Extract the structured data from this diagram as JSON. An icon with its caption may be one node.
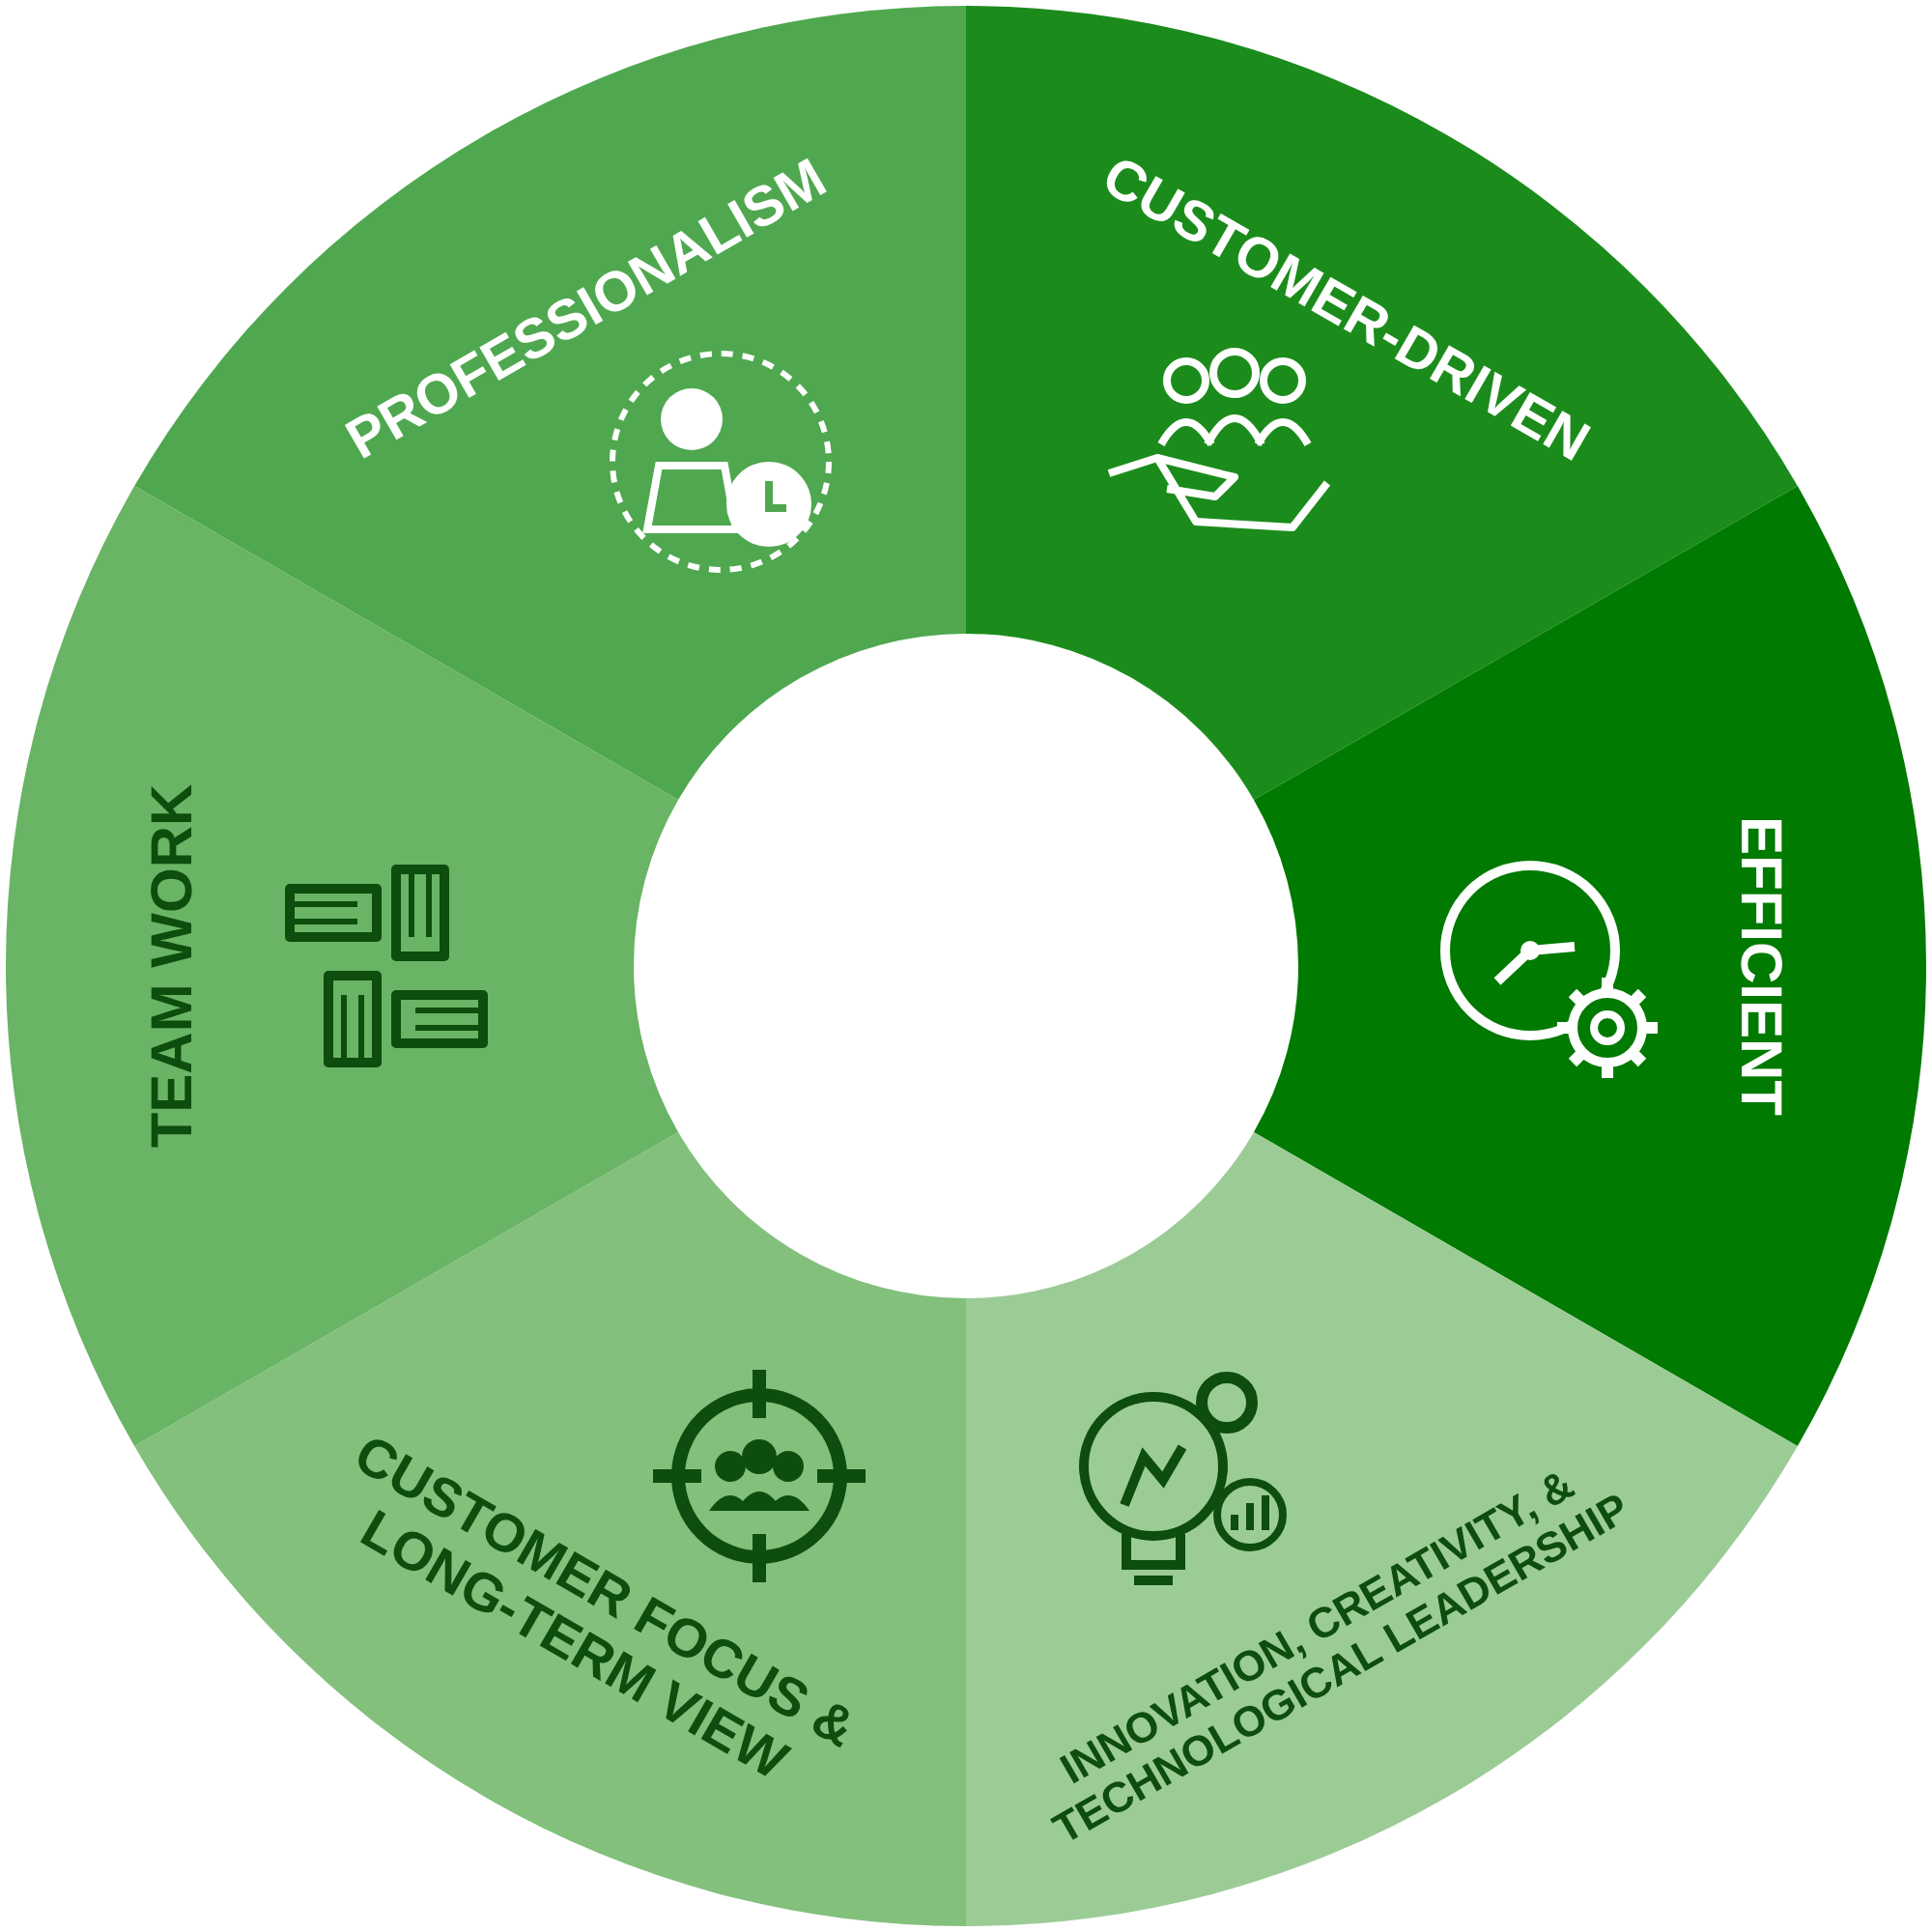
{
  "diagram": {
    "nodes": [
      {
        "text": [
          "PROFESSIONALISM"
        ]
      },
      {
        "text": [
          "CUSTOMER-DRIVEN"
        ]
      },
      {
        "text": [
          "EFFICIENT"
        ]
      },
      {
        "text": [
          "INNOVATION, CREATIVITY, & TECHNOLOGICAL LEADERSHIP"
        ]
      },
      {
        "text": [
          "CUSTOMER FOCUS & LONG-TERM VIEW"
        ]
      },
      {
        "text": [
          "TEAM WORK"
        ]
      }
    ]
  }
}
